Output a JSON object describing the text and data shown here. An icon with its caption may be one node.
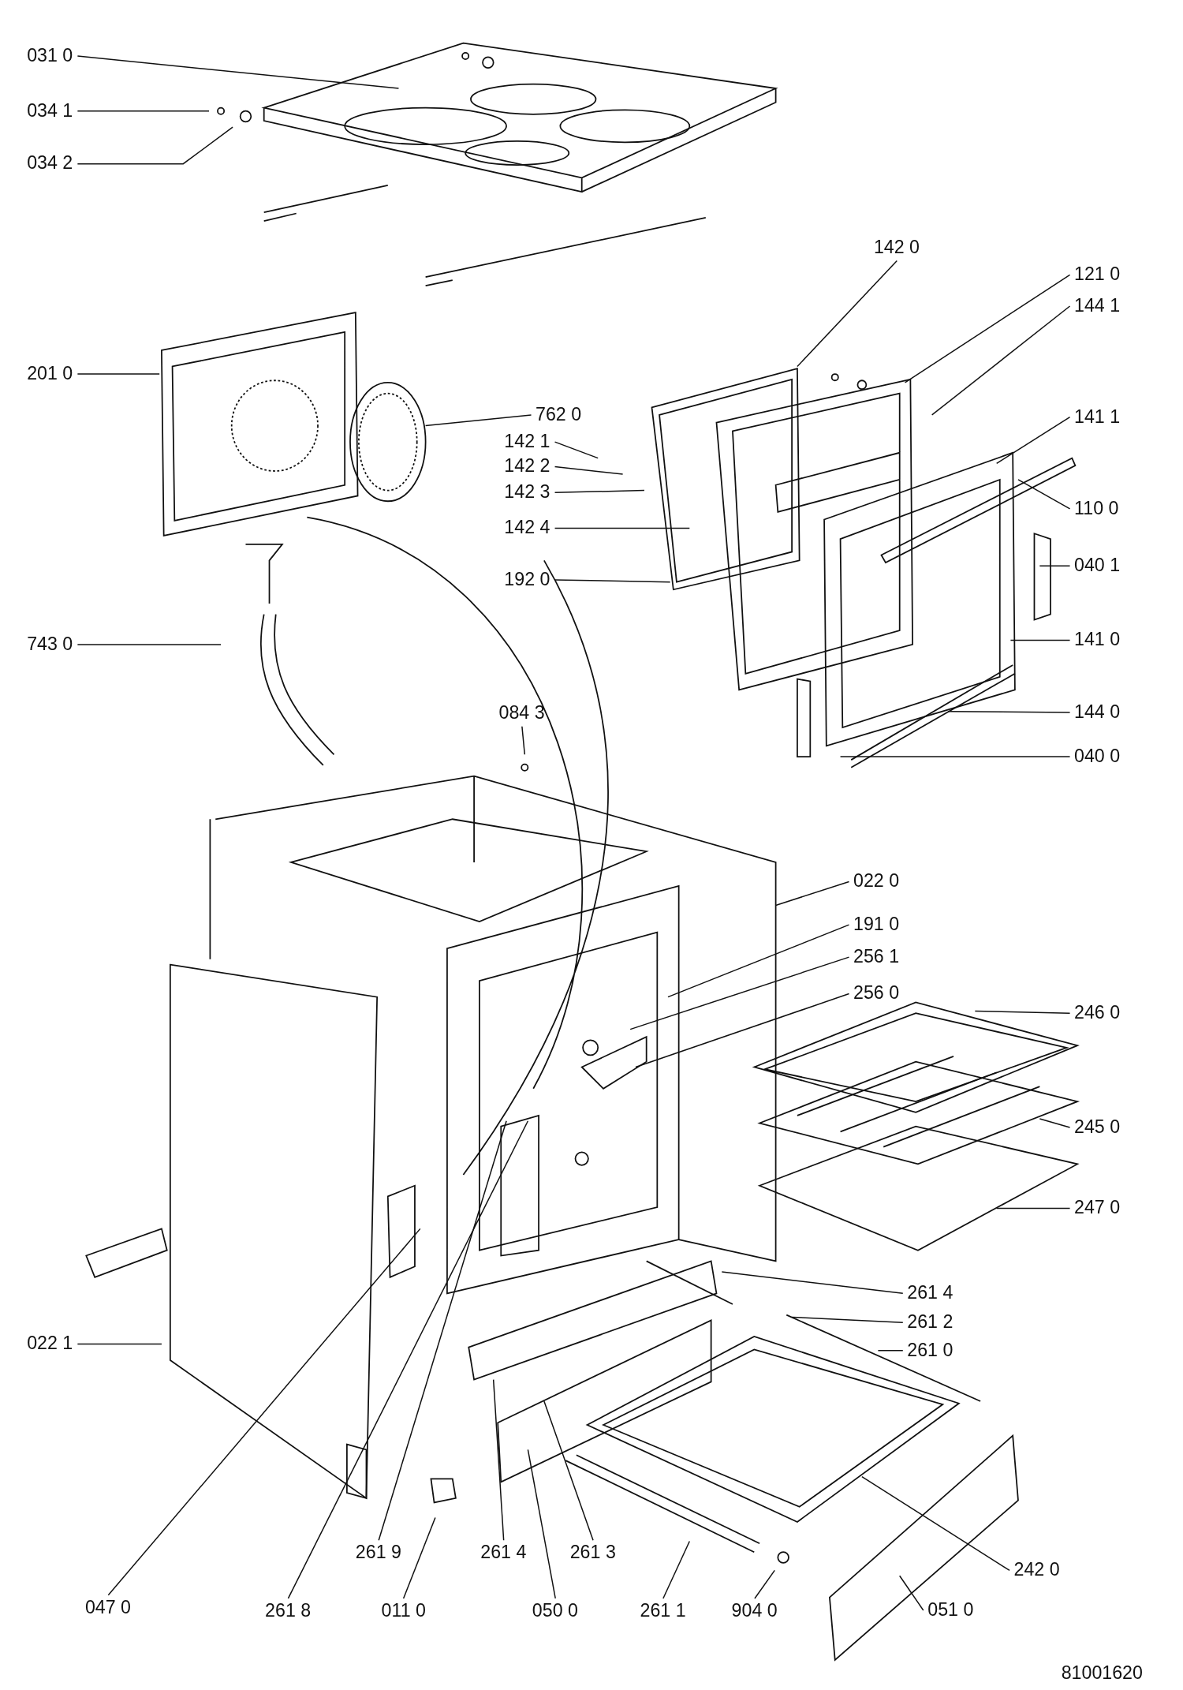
{
  "diagram": {
    "nodes": [
      {
        "text": [
          "031 0"
        ]
      },
      {
        "text": [
          "034 1"
        ]
      },
      {
        "text": [
          "034 2"
        ]
      },
      {
        "text": [
          "142 0"
        ]
      },
      {
        "text": [
          "121 0"
        ]
      },
      {
        "text": [
          "144 1"
        ]
      },
      {
        "text": [
          "201 0"
        ]
      },
      {
        "text": [
          "762 0"
        ]
      },
      {
        "text": [
          "141 1"
        ]
      },
      {
        "text": [
          "142 1"
        ]
      },
      {
        "text": [
          "142 2"
        ]
      },
      {
        "text": [
          "142 3"
        ]
      },
      {
        "text": [
          "110 0"
        ]
      },
      {
        "text": [
          "142 4"
        ]
      },
      {
        "text": [
          "040 1"
        ]
      },
      {
        "text": [
          "192 0"
        ]
      },
      {
        "text": [
          "743 0"
        ]
      },
      {
        "text": [
          "141 0"
        ]
      },
      {
        "text": [
          "144 0"
        ]
      },
      {
        "text": [
          "084 3"
        ]
      },
      {
        "text": [
          "040 0"
        ]
      },
      {
        "text": [
          "022 0"
        ]
      },
      {
        "text": [
          "191 0"
        ]
      },
      {
        "text": [
          "256 1"
        ]
      },
      {
        "text": [
          "256 0"
        ]
      },
      {
        "text": [
          "246 0"
        ]
      },
      {
        "text": [
          "245 0"
        ]
      },
      {
        "text": [
          "247 0"
        ]
      },
      {
        "text": [
          "261 4"
        ]
      },
      {
        "text": [
          "261 2"
        ]
      },
      {
        "text": [
          "022 1"
        ]
      },
      {
        "text": [
          "261 0"
        ]
      },
      {
        "text": [
          "261 9"
        ]
      },
      {
        "text": [
          "261 4"
        ]
      },
      {
        "text": [
          "261 3"
        ]
      },
      {
        "text": [
          "242 0"
        ]
      },
      {
        "text": [
          "047 0"
        ]
      },
      {
        "text": [
          "261 8"
        ]
      },
      {
        "text": [
          "011 0"
        ]
      },
      {
        "text": [
          "050 0"
        ]
      },
      {
        "text": [
          "261 1"
        ]
      },
      {
        "text": [
          "904 0"
        ]
      },
      {
        "text": [
          "051 0"
        ]
      }
    ],
    "edges": [
      {
        "from": 0,
        "to": null,
        "arrow": "none"
      },
      {
        "from": 1,
        "to": null,
        "arrow": "none"
      },
      {
        "from": 2,
        "to": null,
        "arrow": "none"
      },
      {
        "from": 3,
        "to": null,
        "arrow": "none"
      },
      {
        "from": 4,
        "to": null,
        "arrow": "none"
      },
      {
        "from": 5,
        "to": null,
        "arrow": "none"
      },
      {
        "from": 6,
        "to": null,
        "arrow": "none"
      },
      {
        "from": 7,
        "to": null,
        "arrow": "none"
      },
      {
        "from": 8,
        "to": null,
        "arrow": "none"
      },
      {
        "from": 9,
        "to": null,
        "arrow": "none"
      },
      {
        "from": 10,
        "to": null,
        "arrow": "none"
      },
      {
        "from": 11,
        "to": null,
        "arrow": "none"
      },
      {
        "from": 12,
        "to": null,
        "arrow": "none"
      },
      {
        "from": 13,
        "to": null,
        "arrow": "none"
      },
      {
        "from": 14,
        "to": null,
        "arrow": "none"
      },
      {
        "from": 15,
        "to": null,
        "arrow": "none"
      },
      {
        "from": 16,
        "to": null,
        "arrow": "none"
      },
      {
        "from": 17,
        "to": null,
        "arrow": "none"
      },
      {
        "from": 18,
        "to": null,
        "arrow": "none"
      },
      {
        "from": 19,
        "to": null,
        "arrow": "none"
      },
      {
        "from": 20,
        "to": null,
        "arrow": "none"
      },
      {
        "from": 21,
        "to": null,
        "arrow": "none"
      },
      {
        "from": 22,
        "to": null,
        "arrow": "none"
      },
      {
        "from": 23,
        "to": null,
        "arrow": "none"
      },
      {
        "from": 24,
        "to": null,
        "arrow": "none"
      },
      {
        "from": 25,
        "to": null,
        "arrow": "none"
      },
      {
        "from": 26,
        "to": null,
        "arrow": "none"
      },
      {
        "from": 27,
        "to": null,
        "arrow": "none"
      },
      {
        "from": 28,
        "to": null,
        "arrow": "none"
      },
      {
        "from": 29,
        "to": null,
        "arrow": "none"
      },
      {
        "from": 30,
        "to": null,
        "arrow": "none"
      },
      {
        "from": 31,
        "to": null,
        "arrow": "none"
      },
      {
        "from": 32,
        "to": null,
        "arrow": "none"
      },
      {
        "from": 33,
        "to": null,
        "arrow": "none"
      },
      {
        "from": 34,
        "to": null,
        "arrow": "none"
      },
      {
        "from": 35,
        "to": null,
        "arrow": "none"
      },
      {
        "from": 36,
        "to": null,
        "arrow": "none"
      },
      {
        "from": 37,
        "to": null,
        "arrow": "none"
      },
      {
        "from": 38,
        "to": null,
        "arrow": "none"
      },
      {
        "from": 39,
        "to": null,
        "arrow": "none"
      },
      {
        "from": 40,
        "to": null,
        "arrow": "none"
      },
      {
        "from": 41,
        "to": null,
        "arrow": "none"
      },
      {
        "from": 42,
        "to": null,
        "arrow": "none"
      }
    ],
    "labels": [
      "81001620"
    ]
  }
}
